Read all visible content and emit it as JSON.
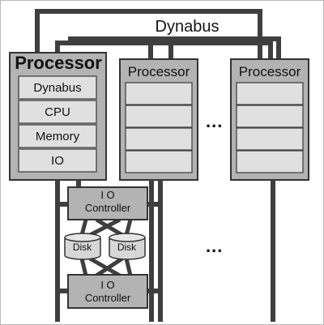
{
  "bus": {
    "label": "Dynabus"
  },
  "processors": [
    {
      "title": "Processor",
      "slots": [
        "Dynabus",
        "CPU",
        "Memory",
        "IO"
      ]
    },
    {
      "title": "Processor"
    },
    {
      "title": "Processor"
    }
  ],
  "ellipsis": "...",
  "controllers": [
    {
      "line1": "I O",
      "line2": "Controller"
    },
    {
      "line1": "I O",
      "line2": "Controller"
    }
  ],
  "disks": [
    "Disk",
    "Disk"
  ],
  "colors": {
    "box_fill": "#b3b3b3",
    "slot_fill": "#e0e0e0",
    "bus": "#3f3f3f",
    "stroke": "#333333"
  }
}
